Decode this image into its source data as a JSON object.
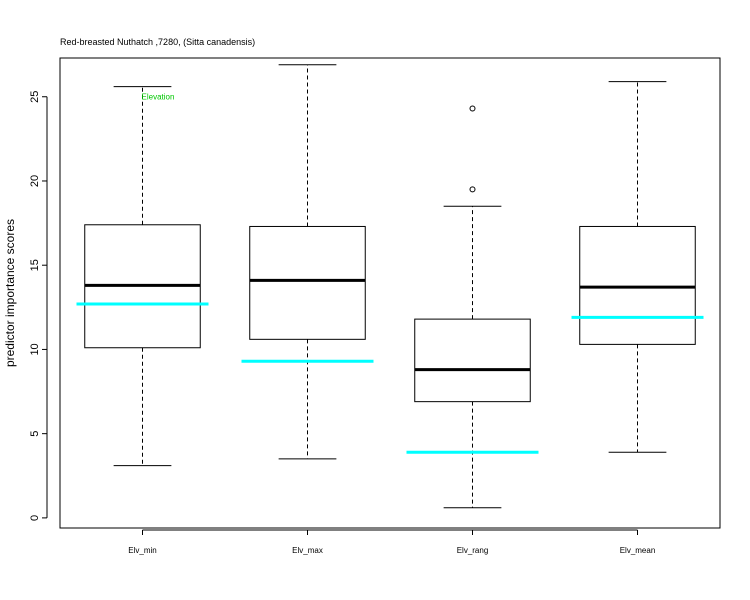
{
  "chart_data": {
    "type": "boxplot",
    "title": "Red-breasted Nuthatch ,7280, (Sitta canadensis)",
    "xlabel": "",
    "ylabel": "predictor importance scores",
    "ylim": [
      -0.6,
      27.3
    ],
    "yticks": [
      0,
      5,
      10,
      15,
      20,
      25
    ],
    "grid": false,
    "categories": [
      "Elv_min",
      "Elv_max",
      "Elv_rang",
      "Elv_mean"
    ],
    "boxes": [
      {
        "min": 3.1,
        "q1": 10.1,
        "median": 13.8,
        "q3": 17.4,
        "max": 25.6,
        "outliers": [],
        "reference": 12.7
      },
      {
        "min": 3.5,
        "q1": 10.6,
        "median": 14.1,
        "q3": 17.3,
        "max": 26.9,
        "outliers": [],
        "reference": 9.3
      },
      {
        "min": 0.6,
        "q1": 6.9,
        "median": 8.8,
        "q3": 11.8,
        "max": 18.5,
        "outliers": [
          19.5,
          24.3
        ],
        "reference": 3.9
      },
      {
        "min": 3.9,
        "q1": 10.3,
        "median": 13.7,
        "q3": 17.3,
        "max": 25.9,
        "outliers": [],
        "reference": 11.9
      }
    ],
    "annotation": {
      "text": "Elevation",
      "x_category": "Elv_min",
      "y": 25.0,
      "color": "#00c800"
    },
    "colors": {
      "box": "#000000",
      "reference": "#00ffff"
    }
  }
}
